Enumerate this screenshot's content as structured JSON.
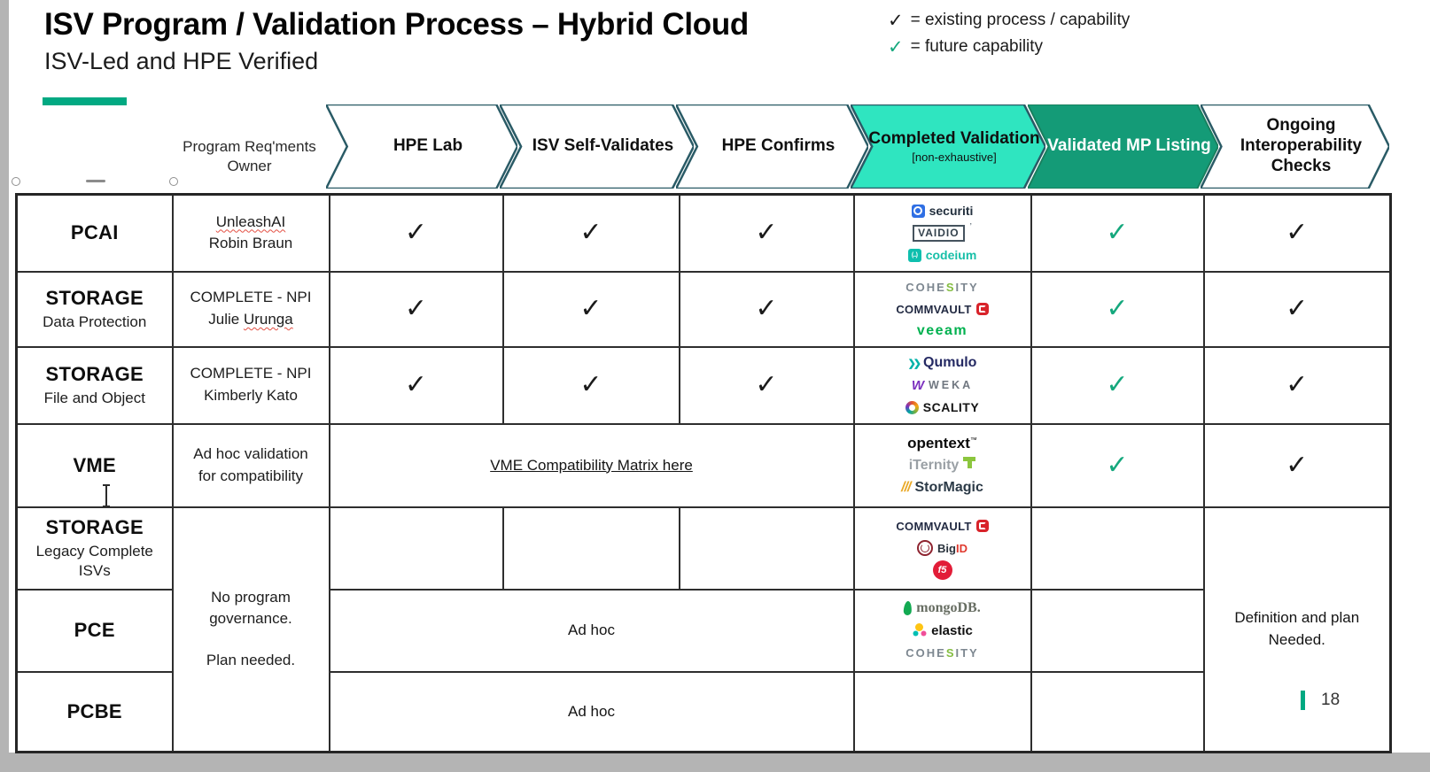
{
  "slide": {
    "title": "ISV Program / Validation Process – Hybrid Cloud",
    "subtitle": "ISV-Led and HPE Verified",
    "page_number": "18"
  },
  "glyphs": {
    "check": "✓"
  },
  "legend": {
    "existing_label": "= existing process / capability",
    "future_label": "= future capability"
  },
  "colors": {
    "accent_teal": "#01a982",
    "bright_chevron_fill": "#2fe5c0",
    "filled_chevron_fill": "#149b77",
    "chevron_border": "#2a5b66",
    "future_check_green": "#15a87d"
  },
  "process_header": {
    "owner_label": "Program Req'ments Owner",
    "steps": [
      {
        "label": "HPE Lab",
        "variant": "outline"
      },
      {
        "label": "ISV Self-Validates",
        "variant": "outline"
      },
      {
        "label": "HPE Confirms",
        "variant": "outline"
      },
      {
        "label": "Completed Validation",
        "sub": "[non-exhaustive]",
        "variant": "bright"
      },
      {
        "label": "Validated MP Listing",
        "variant": "filled"
      },
      {
        "label": "Ongoing Interoperability Checks",
        "variant": "outline"
      }
    ]
  },
  "table": {
    "rows": [
      {
        "category": "PCAI",
        "owner_line1": "UnleashAI",
        "owner_line2": "Robin Braun",
        "hpe_lab": "✓",
        "isv_self": "✓",
        "hpe_confirms": "✓",
        "logos": [
          "securiti",
          "vaidio",
          "codeium"
        ],
        "validated_mp_future_check": "✓",
        "ongoing_check": "✓"
      },
      {
        "category": "STORAGE",
        "category_sub": "Data Protection",
        "owner_line1": "COMPLETE - NPI",
        "owner_line2_pre": "Julie ",
        "owner_line2_sq": "Urunga",
        "hpe_lab": "✓",
        "isv_self": "✓",
        "hpe_confirms": "✓",
        "logos": [
          "cohesity",
          "commvault",
          "veeam"
        ],
        "validated_mp_future_check": "✓",
        "ongoing_check": "✓"
      },
      {
        "category": "STORAGE",
        "category_sub": "File and Object",
        "owner_line1": "COMPLETE - NPI",
        "owner_line2": "Kimberly Kato",
        "hpe_lab": "✓",
        "isv_self": "✓",
        "hpe_confirms": "✓",
        "logos": [
          "qumulo",
          "weka",
          "scality"
        ],
        "validated_mp_future_check": "✓",
        "ongoing_check": "✓"
      },
      {
        "category": "VME",
        "owner_line1": "Ad hoc validation",
        "owner_line2": "for compatibility",
        "merged_link": "VME Compatibility Matrix here",
        "logos": [
          "opentext",
          "iternity",
          "stormagic"
        ],
        "validated_mp_future_check": "✓",
        "ongoing_check": "✓"
      },
      {
        "category": "STORAGE",
        "category_sub": "Legacy Complete ISVs",
        "logos": [
          "commvault",
          "bigid",
          "f5"
        ]
      },
      {
        "category": "PCE",
        "merged_label": "Ad hoc",
        "logos": [
          "mongodb",
          "elastic",
          "cohesity"
        ]
      },
      {
        "category": "PCBE",
        "merged_label": "Ad hoc"
      }
    ],
    "owner_merged": {
      "line1": "No program governance.",
      "line2": "Plan needed."
    },
    "ongoing_merged": "Definition and plan Needed."
  },
  "logos": {
    "securiti": {
      "label": "securiti"
    },
    "vaidio": {
      "label": "VAIDIO",
      "mark": "’"
    },
    "codeium": {
      "label": "codeium"
    },
    "cohesity": {
      "p1": "COHE",
      "p2": "S",
      "p3": "ITY"
    },
    "commvault": {
      "label": "COMMVAULT"
    },
    "veeam": {
      "label": "veeam"
    },
    "qumulo": {
      "label": "Qumulo"
    },
    "weka": {
      "label": "WEKA"
    },
    "scality": {
      "label": "SCALITY"
    },
    "opentext": {
      "label": "opentext",
      "tm": "™"
    },
    "iternity": {
      "label": "iTernity"
    },
    "stormagic": {
      "label": "StorMagic"
    },
    "mongodb": {
      "label": "mongoDB."
    },
    "elastic": {
      "label": "elastic"
    },
    "bigid": {
      "p1": "Big",
      "p2": "ID"
    },
    "f5": {
      "label": "f5"
    }
  }
}
